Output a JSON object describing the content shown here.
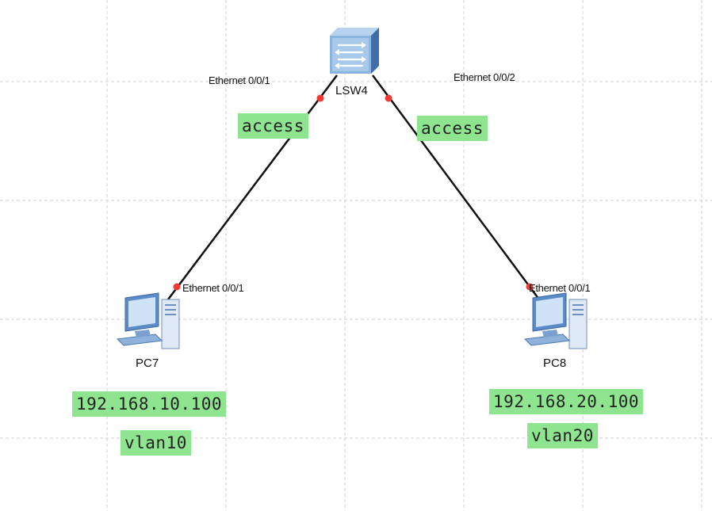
{
  "devices": {
    "switch": {
      "name": "LSW4",
      "icon": "switch-icon"
    },
    "pc_left": {
      "name": "PC7",
      "icon": "pc-icon"
    },
    "pc_right": {
      "name": "PC8",
      "icon": "pc-icon"
    }
  },
  "ports": {
    "sw_left": "Ethernet 0/0/1",
    "sw_right": "Ethernet 0/0/2",
    "pc_left": "Ethernet 0/0/1",
    "pc_right": "Ethernet 0/0/1"
  },
  "notes": {
    "link_left_mode": "access",
    "link_right_mode": "access",
    "pc_left_ip": "192.168.10.100",
    "pc_left_vlan": "vlan10",
    "pc_right_ip": "192.168.20.100",
    "pc_right_vlan": "vlan20"
  },
  "colors": {
    "note_bg": "#8fe48f",
    "port_dot": "#f03a32",
    "link": "#111111",
    "grid": "#cfcfcf"
  }
}
